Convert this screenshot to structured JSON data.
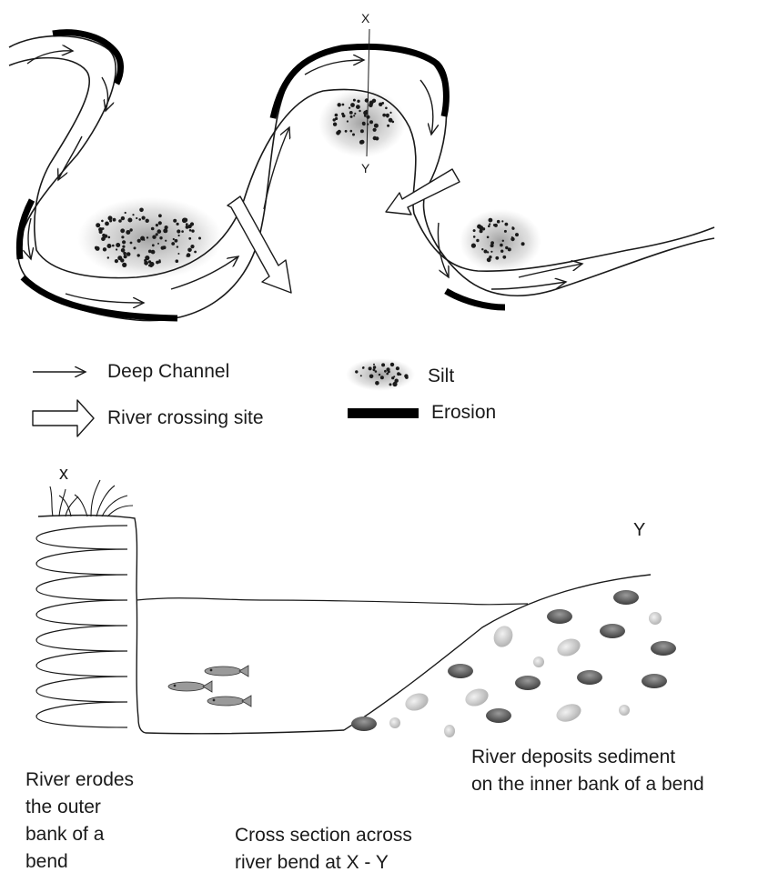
{
  "plan_view": {
    "marker_x": "X",
    "marker_y": "Y"
  },
  "legend": {
    "deep_channel": "Deep Channel",
    "river_crossing_site": "River crossing site",
    "silt": "Silt",
    "erosion": "Erosion"
  },
  "cross_section": {
    "marker_x": "x",
    "marker_y": "Y",
    "outer_bank_caption": [
      "River erodes",
      "the outer",
      "bank of a",
      "bend"
    ],
    "inner_bank_caption": [
      "River deposits sediment",
      "on the inner bank of a bend"
    ],
    "section_caption": [
      "Cross section across",
      "river bend at X - Y"
    ]
  }
}
